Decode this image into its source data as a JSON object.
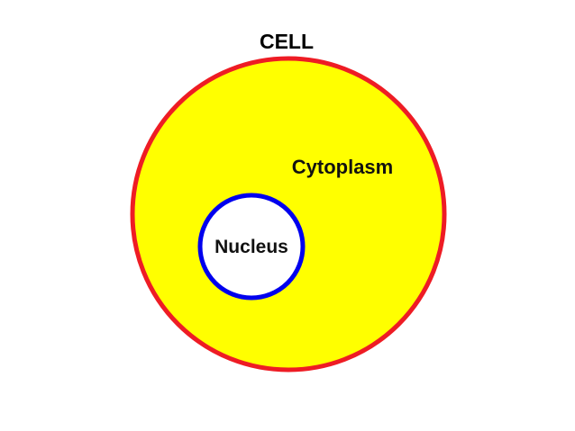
{
  "diagram": {
    "title": "CELL",
    "regions": {
      "cytoplasm": "Cytoplasm",
      "nucleus": "Nucleus"
    }
  },
  "colors": {
    "cell_fill": "#ffff00",
    "cell_border": "#ee1c24",
    "nucleus_fill": "#ffffff",
    "nucleus_border": "#0000ee",
    "title_text": "#000000",
    "cytoplasm_text": "#111111",
    "nucleus_text": "#111111"
  }
}
